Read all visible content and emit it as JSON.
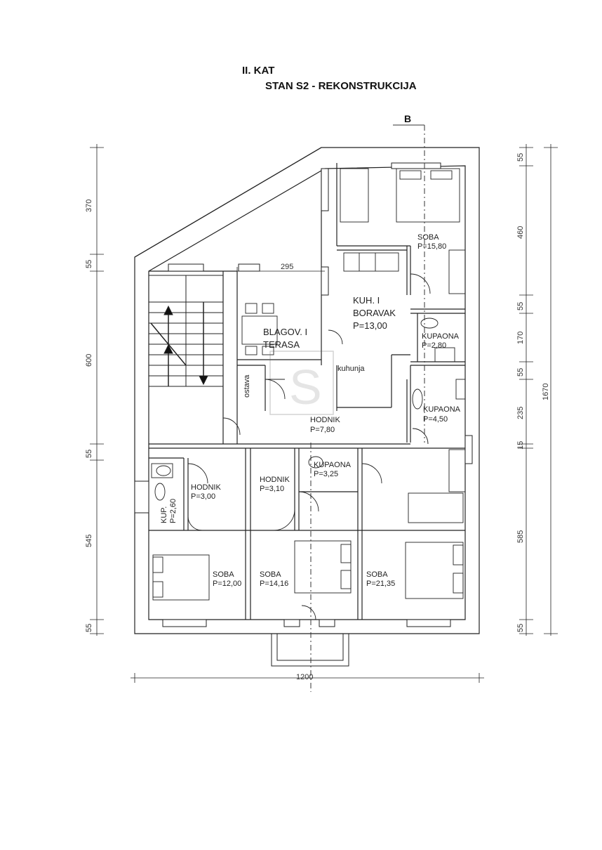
{
  "header": {
    "floor": "II. KAT",
    "unit": "STAN S2 - REKONSTRUKCIJA"
  },
  "section_marker": "B",
  "rooms": {
    "soba_top": {
      "name": "SOBA",
      "area": "P=15,80"
    },
    "kuhinja_boravak": {
      "name_line1": "KUH. I",
      "name_line2": "BORAVAK",
      "area": "P=13,00"
    },
    "blagovaonica": {
      "name_line1": "BLAGOV. I",
      "name_line2": "TERASA"
    },
    "kupaona_1": {
      "name": "KUPAONA",
      "area": "P=2,80"
    },
    "kupaona_2": {
      "name": "KUPAONA",
      "area": "P=4,50"
    },
    "kupaona_3": {
      "name": "KUPAONA",
      "area": "P=3,25"
    },
    "kuhinja_label": "kuhunja",
    "ostava_label": "ostava",
    "hodnik_main": {
      "name": "HODNIK",
      "area": "P=7,80"
    },
    "hodnik_left": {
      "name": "HODNIK",
      "area": "P=3,00"
    },
    "hodnik_mid": {
      "name": "HODNIK",
      "area": "P=3,10"
    },
    "kup_small": {
      "name": "KUP.",
      "area": "P=2,60"
    },
    "soba_left": {
      "name": "SOBA",
      "area": "P=12,00"
    },
    "soba_mid": {
      "name": "SOBA",
      "area": "P=14,16"
    },
    "soba_right": {
      "name": "SOBA",
      "area": "P=21,35"
    }
  },
  "dimensions": {
    "top_horizontal": "295",
    "bottom_total": "1200",
    "left": [
      "370",
      "55",
      "600",
      "55",
      "545",
      "55"
    ],
    "right": [
      "55",
      "460",
      "55",
      "170",
      "55",
      "235",
      "15",
      "585",
      "55"
    ],
    "right_total": "1670"
  },
  "watermark_letter": "S"
}
